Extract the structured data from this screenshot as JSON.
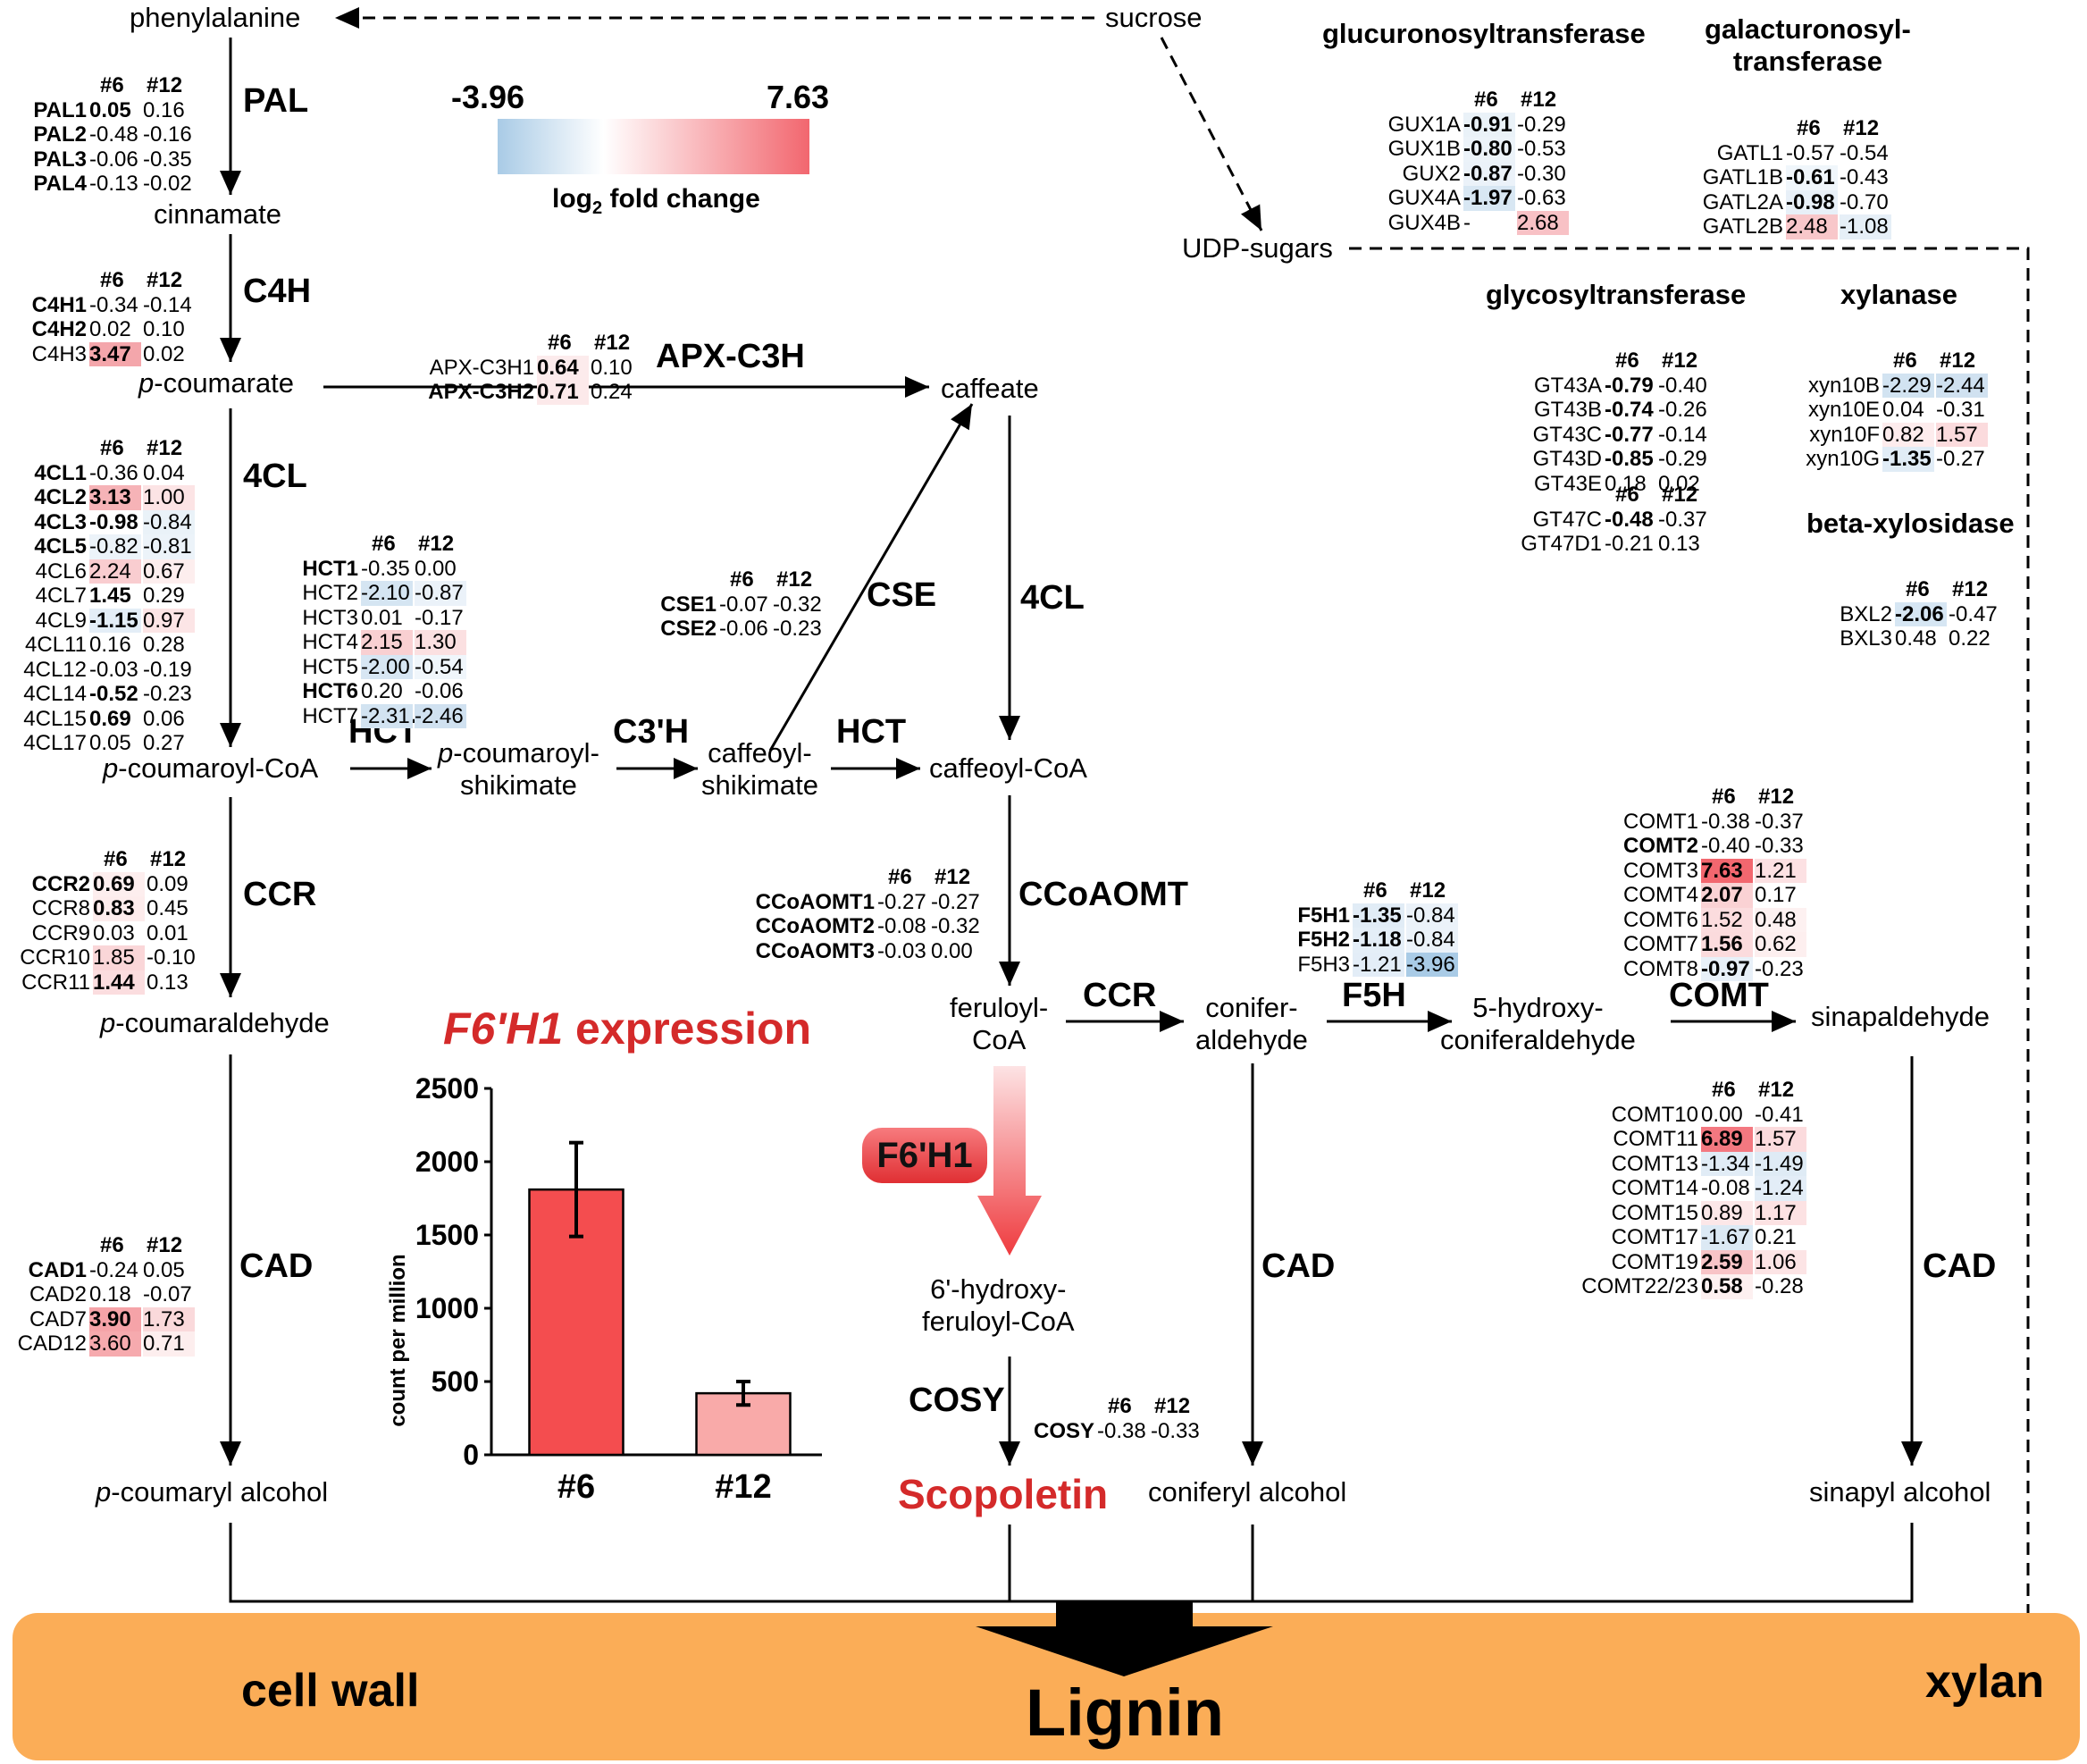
{
  "legend": {
    "min": "-3.96",
    "max": "7.63",
    "label_main": "log",
    "label_sub": "2",
    "label_rest": " fold change",
    "min_color": "#a9cbe6",
    "max_color": "#f2676f"
  },
  "columns": {
    "c1": "#6",
    "c2": "#12"
  },
  "nodes": {
    "phenylalanine": "phenylalanine",
    "sucrose": "sucrose",
    "cinnamate": "cinnamate",
    "udp_sugars": "UDP-sugars",
    "p_coumarate_p": "p",
    "p_coumarate": "-coumarate",
    "caffeate": "caffeate",
    "p_coumaroyl_coa_p": "p",
    "p_coumaroyl_coa": "-coumaroyl-CoA",
    "p_coumaroyl_shikimate_p": "p",
    "p_coumaroyl_shikimate_1": "-coumaroyl-",
    "p_coumaroyl_shikimate_2": "shikimate",
    "caffeoyl_shikimate_1": "caffeoyl-",
    "caffeoyl_shikimate_2": "shikimate",
    "caffeoyl_coa": "caffeoyl-CoA",
    "p_coumaraldehyde_p": "p",
    "p_coumaraldehyde": "-coumaraldehyde",
    "feruloyl_coa_1": "feruloyl-",
    "feruloyl_coa_2": "CoA",
    "coniferaldehyde_1": "conifer-",
    "coniferaldehyde_2": "aldehyde",
    "hydroxy_coniferaldehyde_1": "5-hydroxy-",
    "hydroxy_coniferaldehyde_2": "coniferaldehyde",
    "sinapaldehyde": "sinapaldehyde",
    "hydroxyferuloyl_coa_1": "6'-hydroxy-",
    "hydroxyferuloyl_coa_2": "feruloyl-CoA",
    "scopoletin": "Scopoletin",
    "p_coumaryl_alcohol_p": "p",
    "p_coumaryl_alcohol": "-coumaryl alcohol",
    "coniferyl_alcohol": "coniferyl alcohol",
    "sinapyl_alcohol": "sinapyl alcohol"
  },
  "enzymes": {
    "pal": "PAL",
    "c4h": "C4H",
    "apx_c3h": "APX-C3H",
    "cl4_left": "4CL",
    "cl4_right": "4CL",
    "cse": "CSE",
    "hct_1": "HCT",
    "c3h": "C3'H",
    "hct_2": "HCT",
    "ccr_left": "CCR",
    "ccoaomt": "CCoAOMT",
    "ccr_right": "CCR",
    "f5h": "F5H",
    "comt": "COMT",
    "cad_left": "CAD",
    "cad_mid": "CAD",
    "cad_right": "CAD",
    "cosy": "COSY",
    "f6h1": "F6'H1"
  },
  "groups": {
    "glucuronosyltransferase": "glucuronosyltransferase",
    "galacturonosyl_1": "galacturonosyl-",
    "galacturonosyl_2": "transferase",
    "glycosyltransferase": "glycosyltransferase",
    "xylanase": "xylanase",
    "beta_xylosidase": "beta-xylosidase"
  },
  "bottom": {
    "cell_wall": "cell wall",
    "lignin": "Lignin",
    "xylan": "xylan"
  },
  "chart": {
    "title_italic": "F6'H1",
    "title_rest": " expression",
    "ylabel": "count per million",
    "yticks": [
      "0",
      "500",
      "1000",
      "1500",
      "2000",
      "2500"
    ],
    "categories": [
      "#6",
      "#12"
    ],
    "values": [
      1810,
      420
    ],
    "errors": [
      320,
      80
    ],
    "colors": [
      "#f44d4f",
      "#f9aaa9"
    ],
    "ylim": [
      0,
      2500
    ]
  },
  "tables": {
    "pal": {
      "rows": [
        {
          "name": "PAL1",
          "bold": true,
          "v1": "0.05",
          "v1b": true,
          "v2": "0.16"
        },
        {
          "name": "PAL2",
          "bold": true,
          "v1": "-0.48",
          "v2": "-0.16"
        },
        {
          "name": "PAL3",
          "bold": true,
          "v1": "-0.06",
          "v2": "-0.35"
        },
        {
          "name": "PAL4",
          "bold": true,
          "v1": "-0.13",
          "v2": "-0.02"
        }
      ]
    },
    "c4h": {
      "rows": [
        {
          "name": "C4H1",
          "bold": true,
          "v1": "-0.34",
          "v2": "-0.14"
        },
        {
          "name": "C4H2",
          "bold": true,
          "v1": "0.02",
          "v2": "0.10"
        },
        {
          "name": "C4H3",
          "v1": "3.47",
          "v1b": true,
          "c1": "#f4a6ab",
          "v2": "0.02"
        }
      ]
    },
    "apx": {
      "rows": [
        {
          "name": "APX-C3H1",
          "v1": "0.64",
          "v1b": true,
          "c1": "#fcebec",
          "v2": "0.10"
        },
        {
          "name": "APX-C3H2",
          "bold": true,
          "v1": "0.71",
          "v1b": true,
          "c1": "#fce9ea",
          "v2": "0.24"
        }
      ]
    },
    "cl4": {
      "rows": [
        {
          "name": "4CL1",
          "bold": true,
          "v1": "-0.36",
          "v2": "0.04"
        },
        {
          "name": "4CL2",
          "bold": true,
          "v1": "3.13",
          "v1b": true,
          "c1": "#f6b3b7",
          "v2": "1.00",
          "c2": "#fce4e5"
        },
        {
          "name": "4CL3",
          "bold": true,
          "v1": "-0.98",
          "v1b": true,
          "v2": "-0.84",
          "c2": "#eaf2f8"
        },
        {
          "name": "4CL5",
          "bold": true,
          "v1": "-0.82",
          "c1": "#ecf3f9",
          "v2": "-0.81",
          "c2": "#ecf3f9"
        },
        {
          "name": "4CL6",
          "v1": "2.24",
          "c1": "#f9cdd0",
          "v2": "0.67",
          "c2": "#fdeeee"
        },
        {
          "name": "4CL7",
          "v1": "1.45",
          "v1b": true,
          "v2": "0.29"
        },
        {
          "name": "4CL9",
          "v1": "-1.15",
          "v1b": true,
          "c1": "#e4eef7",
          "v2": "0.97",
          "c2": "#fce5e6"
        },
        {
          "name": "4CL11",
          "v1": "0.16",
          "v2": "0.28"
        },
        {
          "name": "4CL12",
          "v1": "-0.03",
          "v2": "-0.19"
        },
        {
          "name": "4CL14",
          "v1": "-0.52",
          "v1b": true,
          "v2": "-0.23"
        },
        {
          "name": "4CL15",
          "v1": "0.69",
          "v1b": true,
          "v2": "0.06"
        },
        {
          "name": "4CL17",
          "v1": "0.05",
          "v2": "0.27"
        }
      ]
    },
    "hct": {
      "rows": [
        {
          "name": "HCT1",
          "bold": true,
          "v1": "-0.35",
          "v2": "0.00"
        },
        {
          "name": "HCT2",
          "v1": "-2.10",
          "c1": "#d5e5f2",
          "v2": "-0.87",
          "c2": "#ebf2f9"
        },
        {
          "name": "HCT3",
          "v1": "0.01",
          "v2": "-0.17"
        },
        {
          "name": "HCT4",
          "v1": "2.15",
          "c1": "#f9d0d2",
          "v2": "1.30",
          "c2": "#fbe0e1"
        },
        {
          "name": "HCT5",
          "v1": "-2.00",
          "c1": "#d7e6f3",
          "v2": "-0.54",
          "c2": "#f0f6fb"
        },
        {
          "name": "HCT6",
          "bold": true,
          "v1": "0.20",
          "v2": "-0.06"
        },
        {
          "name": "HCT7",
          "v1": "-2.31",
          "c1": "#d2e3f1",
          "v2": "-2.46",
          "c2": "#d0e1f0"
        }
      ]
    },
    "cse": {
      "rows": [
        {
          "name": "CSE1",
          "bold": true,
          "v1": "-0.07",
          "v2": "-0.32"
        },
        {
          "name": "CSE2",
          "bold": true,
          "v1": "-0.06",
          "v2": "-0.23"
        }
      ]
    },
    "ccr": {
      "rows": [
        {
          "name": "CCR2",
          "bold": true,
          "v1": "0.69",
          "v1b": true,
          "c1": "#fdeeee",
          "v2": "0.09"
        },
        {
          "name": "CCR8",
          "v1": "0.83",
          "v1b": true,
          "c1": "#fdecec",
          "v2": "0.45"
        },
        {
          "name": "CCR9",
          "v1": "0.03",
          "v2": "0.01"
        },
        {
          "name": "CCR10",
          "v1": "1.85",
          "c1": "#fad6d8",
          "v2": "-0.10"
        },
        {
          "name": "CCR11",
          "v1": "1.44",
          "v1b": true,
          "c1": "#fbdddf",
          "v2": "0.13"
        }
      ]
    },
    "ccoaomt": {
      "rows": [
        {
          "name": "CCoAOMT1",
          "bold": true,
          "v1": "-0.27",
          "v2": "-0.27"
        },
        {
          "name": "CCoAOMT2",
          "bold": true,
          "v1": "-0.08",
          "v2": "-0.32"
        },
        {
          "name": "CCoAOMT3",
          "bold": true,
          "v1": "-0.03",
          "v2": "0.00"
        }
      ]
    },
    "f5h": {
      "rows": [
        {
          "name": "F5H1",
          "bold": true,
          "v1": "-1.35",
          "v1b": true,
          "c1": "#e1ecf6",
          "v2": "-0.84",
          "c2": "#ebf2f9"
        },
        {
          "name": "F5H2",
          "bold": true,
          "v1": "-1.18",
          "v1b": true,
          "c1": "#e4eef7",
          "v2": "-0.84",
          "c2": "#ebf2f9"
        },
        {
          "name": "F5H3",
          "v1": "-1.21",
          "c1": "#e3edf7",
          "v2": "-3.96",
          "c2": "#a9cbe6"
        }
      ]
    },
    "cad": {
      "rows": [
        {
          "name": "CAD1",
          "bold": true,
          "v1": "-0.24",
          "v2": "0.05"
        },
        {
          "name": "CAD2",
          "v1": "0.18",
          "v2": "-0.07"
        },
        {
          "name": "CAD7",
          "v1": "3.90",
          "v1b": true,
          "c1": "#f5a3a8",
          "v2": "1.73",
          "c2": "#fad9db"
        },
        {
          "name": "CAD12",
          "v1": "3.60",
          "c1": "#f6aaae",
          "v2": "0.71",
          "c2": "#fdeeee"
        }
      ]
    },
    "cosy": {
      "rows": [
        {
          "name": "COSY",
          "bold": true,
          "v1": "-0.38",
          "v2": "-0.33"
        }
      ]
    },
    "comt_a": {
      "rows": [
        {
          "name": "COMT1",
          "v1": "-0.38",
          "v2": "-0.37"
        },
        {
          "name": "COMT2",
          "bold": true,
          "v1": "-0.40",
          "v2": "-0.33"
        },
        {
          "name": "COMT3",
          "v1": "7.63",
          "v1b": true,
          "c1": "#f2676f",
          "v2": "1.21",
          "c2": "#fce1e3"
        },
        {
          "name": "COMT4",
          "v1": "2.07",
          "v1b": true,
          "c1": "#fad2d4",
          "v2": "0.17"
        },
        {
          "name": "COMT6",
          "v1": "1.52",
          "c1": "#fbdcde",
          "v2": "0.48",
          "c2": "#fdf1f1"
        },
        {
          "name": "COMT7",
          "v1": "1.56",
          "v1b": true,
          "c1": "#fbdbdd",
          "v2": "0.62",
          "c2": "#fdefef"
        },
        {
          "name": "COMT8",
          "v1": "-0.97",
          "v1b": true,
          "c1": "#e8f0f8",
          "v2": "-0.23"
        }
      ]
    },
    "comt_b": {
      "rows": [
        {
          "name": "COMT10",
          "v1": "0.00",
          "v2": "-0.41"
        },
        {
          "name": "COMT11",
          "v1": "6.89",
          "v1b": true,
          "c1": "#f37880",
          "v2": "1.57",
          "c2": "#fbdbdd"
        },
        {
          "name": "COMT13",
          "v1": "-1.34",
          "c1": "#e1ecf6",
          "v2": "-1.49",
          "c2": "#dfebf5"
        },
        {
          "name": "COMT14",
          "v1": "-0.08",
          "v2": "-1.24",
          "c2": "#e3edf7"
        },
        {
          "name": "COMT15",
          "v1": "0.89",
          "c1": "#fce7e8",
          "v2": "1.17",
          "c2": "#fce2e3"
        },
        {
          "name": "COMT17",
          "v1": "-1.67",
          "c1": "#dce9f4",
          "v2": "0.21"
        },
        {
          "name": "COMT19",
          "v1": "2.59",
          "v1b": true,
          "c1": "#f8c4c7",
          "v2": "1.06",
          "c2": "#fce4e5"
        },
        {
          "name": "COMT22/23",
          "v1": "0.58",
          "v1b": true,
          "c1": "#fdf0f0",
          "v2": "-0.28"
        }
      ]
    },
    "gux": {
      "rows": [
        {
          "name": "GUX1A",
          "v1": "-0.91",
          "v1b": true,
          "c1": "#eaf2f8",
          "v2": "-0.29"
        },
        {
          "name": "GUX1B",
          "v1": "-0.80",
          "v1b": true,
          "c1": "#ecf3f9",
          "v2": "-0.53"
        },
        {
          "name": "GUX2",
          "v1": "-0.87",
          "v1b": true,
          "c1": "#ebf2f9",
          "v2": "-0.30"
        },
        {
          "name": "GUX4A",
          "v1": "-1.97",
          "v1b": true,
          "c1": "#d8e7f3",
          "v2": "-0.63"
        },
        {
          "name": "GUX4B",
          "v1": "-",
          "v2": "2.68",
          "c2": "#f8c1c5"
        }
      ]
    },
    "gatl": {
      "rows": [
        {
          "name": "GATL1",
          "v1": "-0.57",
          "v2": "-0.54"
        },
        {
          "name": "GATL1B",
          "v1": "-0.61",
          "v1b": true,
          "c1": "#f0f6fb",
          "v2": "-0.43"
        },
        {
          "name": "GATL2A",
          "v1": "-0.98",
          "v1b": true,
          "c1": "#e8f0f8",
          "v2": "-0.70"
        },
        {
          "name": "GATL2B",
          "v1": "2.48",
          "c1": "#f8c7ca",
          "v2": "-1.08",
          "c2": "#e6eff7"
        }
      ]
    },
    "gt": {
      "rows": [
        {
          "name": "GT43A",
          "v1": "-0.79",
          "v1b": true,
          "v2": "-0.40"
        },
        {
          "name": "GT43B",
          "v1": "-0.74",
          "v1b": true,
          "v2": "-0.26"
        },
        {
          "name": "GT43C",
          "v1": "-0.77",
          "v1b": true,
          "v2": "-0.14"
        },
        {
          "name": "GT43D",
          "v1": "-0.85",
          "v1b": true,
          "v2": "-0.29"
        },
        {
          "name": "GT43E",
          "v1": "0.18",
          "v2": "0.02"
        }
      ]
    },
    "gt47": {
      "rows": [
        {
          "name": "GT47C",
          "v1": "-0.48",
          "v1b": true,
          "v2": "-0.37"
        },
        {
          "name": "GT47D1",
          "v1": "-0.21",
          "v2": "0.13"
        }
      ]
    },
    "xyn": {
      "rows": [
        {
          "name": "xyn10B",
          "v1": "-2.29",
          "c1": "#d2e3f1",
          "v2": "-2.44",
          "c2": "#d0e1f0"
        },
        {
          "name": "xyn10E",
          "v1": "0.04",
          "v2": "-0.31"
        },
        {
          "name": "xyn10F",
          "v1": "0.82",
          "c1": "#fdeced",
          "v2": "1.57",
          "c2": "#fbdbdd"
        },
        {
          "name": "xyn10G",
          "v1": "-1.35",
          "v1b": true,
          "c1": "#e1ecf6",
          "v2": "-0.27"
        }
      ]
    },
    "bxl": {
      "rows": [
        {
          "name": "BXL2",
          "v1": "-2.06",
          "v1b": true,
          "c1": "#d6e6f3",
          "v2": "-0.47"
        },
        {
          "name": "BXL3",
          "v1": "0.48",
          "v2": "0.22"
        }
      ]
    }
  }
}
